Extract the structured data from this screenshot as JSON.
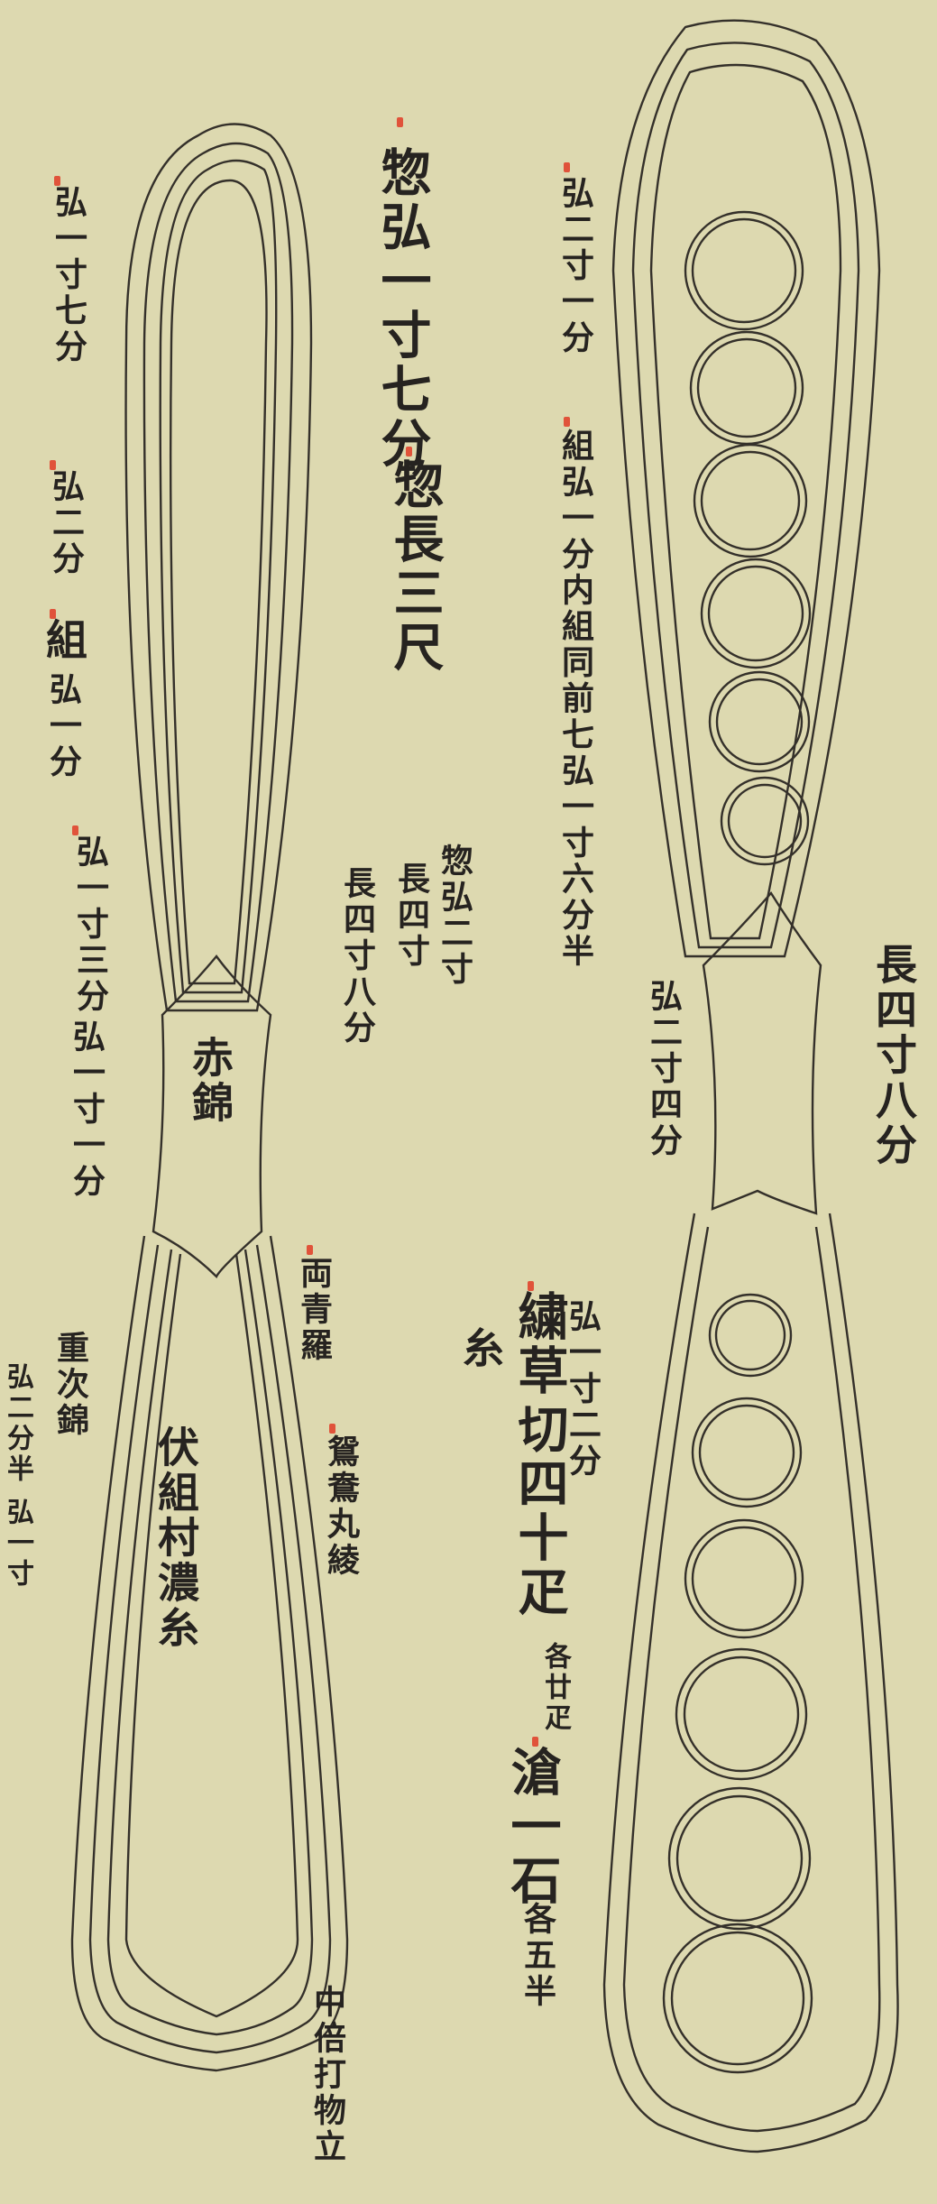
{
  "document": {
    "colors": {
      "paper": "#ddd9b0",
      "ink": "#262320",
      "annotation": "#e0533a"
    },
    "left_sheath": {
      "total_width": "惣弘一寸七分",
      "total_length": "惣長三尺",
      "outer_width": "弘一寸七分",
      "band_width": "弘二分",
      "braid": "組",
      "braid_width": "弘一分",
      "lower_width_a": "弘一寸三分",
      "lower_width_b": "弘一寸一分",
      "center_band": "赤錦",
      "grip_total": "惣弘二寸",
      "grip_length_a": "長四寸",
      "grip_length_b": "長四寸八分",
      "fabric": "両青羅",
      "pattern": "鴛鴦丸綾",
      "inner_braid": "伏組村濃糸",
      "edge_fabric": "重次錦",
      "edge_width": "弘二分半",
      "edge_width_2": "弘一寸",
      "bottom_note": "中倍打物立"
    },
    "right_sheath": {
      "width": "弘二寸一分",
      "braid_note": "組弘一分内組同前七弘一寸六分半",
      "waist_width": "弘二寸四分",
      "waist_length": "長四寸八分",
      "lower_width": "弘一寸二分",
      "embroidery": "繍草",
      "embroidery_note": "切四十疋",
      "each_note": "各廿疋",
      "thread": "糸",
      "fabric": "滄一石",
      "each_half": "各五半"
    }
  }
}
